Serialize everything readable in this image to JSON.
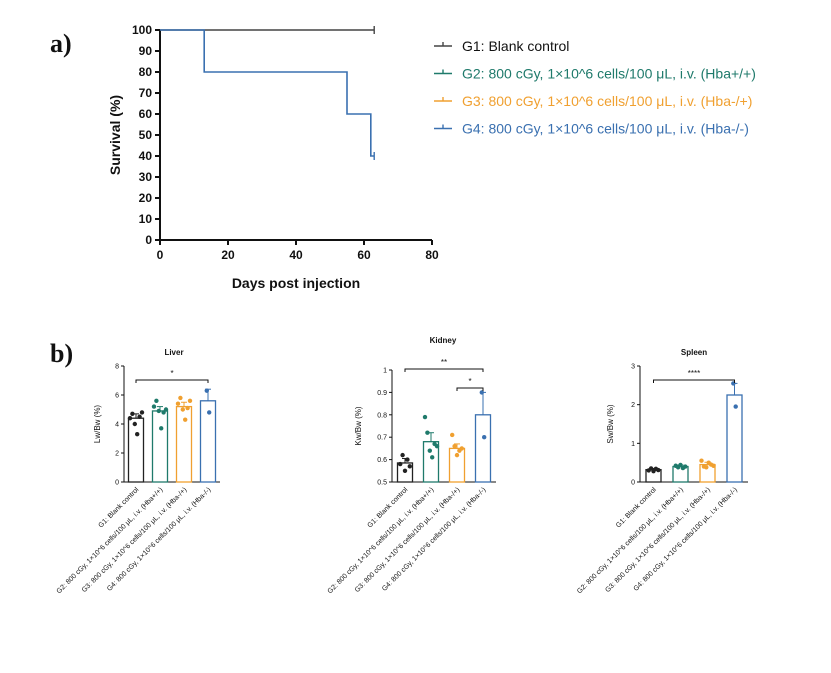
{
  "panels": {
    "a": "a)",
    "b": "b)"
  },
  "chart_data": [
    {
      "type": "line",
      "subtype": "kaplan-meier",
      "xlabel": "Days post injection",
      "ylabel": "Survival (%)",
      "xlim": [
        0,
        80
      ],
      "ylim": [
        0,
        100
      ],
      "xticks": [
        0,
        20,
        40,
        60,
        80
      ],
      "yticks": [
        0,
        10,
        20,
        30,
        40,
        50,
        60,
        70,
        80,
        90,
        100
      ],
      "legend_position": "right",
      "series": [
        {
          "name": "G1: Blank control",
          "color": "#444444",
          "steps": [
            [
              0,
              100
            ],
            [
              63,
              100
            ]
          ],
          "censored": [
            [
              63,
              100
            ]
          ]
        },
        {
          "name": "G2: 800 cGy, 1×10^6 cells/100 μL, i.v. (Hba+/+)",
          "color": "#1f7a6b",
          "steps": [],
          "censored": []
        },
        {
          "name": "G3: 800 cGy, 1×10^6 cells/100 μL, i.v. (Hba-/+)",
          "color": "#f0a030",
          "steps": [],
          "censored": []
        },
        {
          "name": "G4: 800 cGy, 1×10^6 cells/100 μL, i.v. (Hba-/-)",
          "color": "#3a70b0",
          "steps": [
            [
              0,
              100
            ],
            [
              13,
              100
            ],
            [
              13,
              80
            ],
            [
              55,
              80
            ],
            [
              55,
              60
            ],
            [
              62,
              60
            ],
            [
              62,
              40
            ],
            [
              63,
              40
            ]
          ],
          "censored": [
            [
              63,
              40
            ]
          ]
        }
      ]
    },
    {
      "type": "bar",
      "title": "Liver",
      "ylabel": "Lw/Bw (%)",
      "ylim": [
        0,
        8
      ],
      "yticks": [
        0,
        2,
        4,
        6,
        8
      ],
      "categories": [
        "G1: Blank control",
        "G2: 800 cGy, 1×10^6 cells/100 μL, i.v. (Hba+/+)",
        "G3: 800 cGy, 1×10^6 cells/100 μL, i.v. (Hba-/+)",
        "G4: 800 cGy, 1×10^6 cells/100 μL, i.v. (Hba-/-)"
      ],
      "colors": [
        "#222222",
        "#1f7a6b",
        "#f0a030",
        "#3a70b0"
      ],
      "means": [
        4.4,
        4.9,
        5.2,
        5.6
      ],
      "sem": [
        0.3,
        0.3,
        0.3,
        0.8
      ],
      "points": [
        [
          4.4,
          4.7,
          4.0,
          3.3,
          4.5,
          4.8
        ],
        [
          5.2,
          5.6,
          4.9,
          3.7,
          4.8,
          5.0
        ],
        [
          5.4,
          5.8,
          5.0,
          4.3,
          5.1,
          5.6
        ],
        [
          6.3,
          4.8
        ]
      ],
      "significance": [
        {
          "from": 0,
          "to": 3,
          "label": "*"
        }
      ]
    },
    {
      "type": "bar",
      "title": "Kidney",
      "ylabel": "Kw/Bw (%)",
      "ylim": [
        0.5,
        1.0
      ],
      "yticks": [
        0.5,
        0.6,
        0.7,
        0.8,
        0.9,
        1.0
      ],
      "categories": [
        "G1: Blank control",
        "G2: 800 cGy, 1×10^6 cells/100 μL, i.v. (Hba+/+)",
        "G3: 800 cGy, 1×10^6 cells/100 μL, i.v. (Hba-/+)",
        "G4: 800 cGy, 1×10^6 cells/100 μL, i.v. (Hba-/-)"
      ],
      "colors": [
        "#222222",
        "#1f7a6b",
        "#f0a030",
        "#3a70b0"
      ],
      "means": [
        0.585,
        0.68,
        0.65,
        0.8
      ],
      "sem": [
        0.02,
        0.04,
        0.02,
        0.1
      ],
      "points": [
        [
          0.58,
          0.62,
          0.55,
          0.6,
          0.57
        ],
        [
          0.79,
          0.72,
          0.64,
          0.61,
          0.67,
          0.66
        ],
        [
          0.71,
          0.66,
          0.62,
          0.64,
          0.65
        ],
        [
          0.9,
          0.7
        ]
      ],
      "significance": [
        {
          "from": 0,
          "to": 3,
          "label": "**"
        },
        {
          "from": 2,
          "to": 3,
          "label": "*"
        }
      ]
    },
    {
      "type": "bar",
      "title": "Spleen",
      "ylabel": "Sw/Bw (%)",
      "ylim": [
        0,
        3
      ],
      "yticks": [
        0,
        1,
        2,
        3
      ],
      "categories": [
        "G1: Blank control",
        "G2: 800 cGy, 1×10^6 cells/100 μL, i.v. (Hba+/+)",
        "G3: 800 cGy, 1×10^6 cells/100 μL, i.v. (Hba-/+)",
        "G4: 800 cGy, 1×10^6 cells/100 μL, i.v. (Hba-/-)"
      ],
      "colors": [
        "#222222",
        "#1f7a6b",
        "#f0a030",
        "#3a70b0"
      ],
      "means": [
        0.32,
        0.4,
        0.45,
        2.25
      ],
      "sem": [
        0.03,
        0.04,
        0.06,
        0.3
      ],
      "points": [
        [
          0.3,
          0.35,
          0.28,
          0.34,
          0.31
        ],
        [
          0.42,
          0.38,
          0.44,
          0.36,
          0.4
        ],
        [
          0.55,
          0.4,
          0.38,
          0.5,
          0.45,
          0.42
        ],
        [
          2.55,
          1.95
        ]
      ],
      "significance": [
        {
          "from": 0,
          "to": 3,
          "label": "****"
        }
      ]
    }
  ]
}
